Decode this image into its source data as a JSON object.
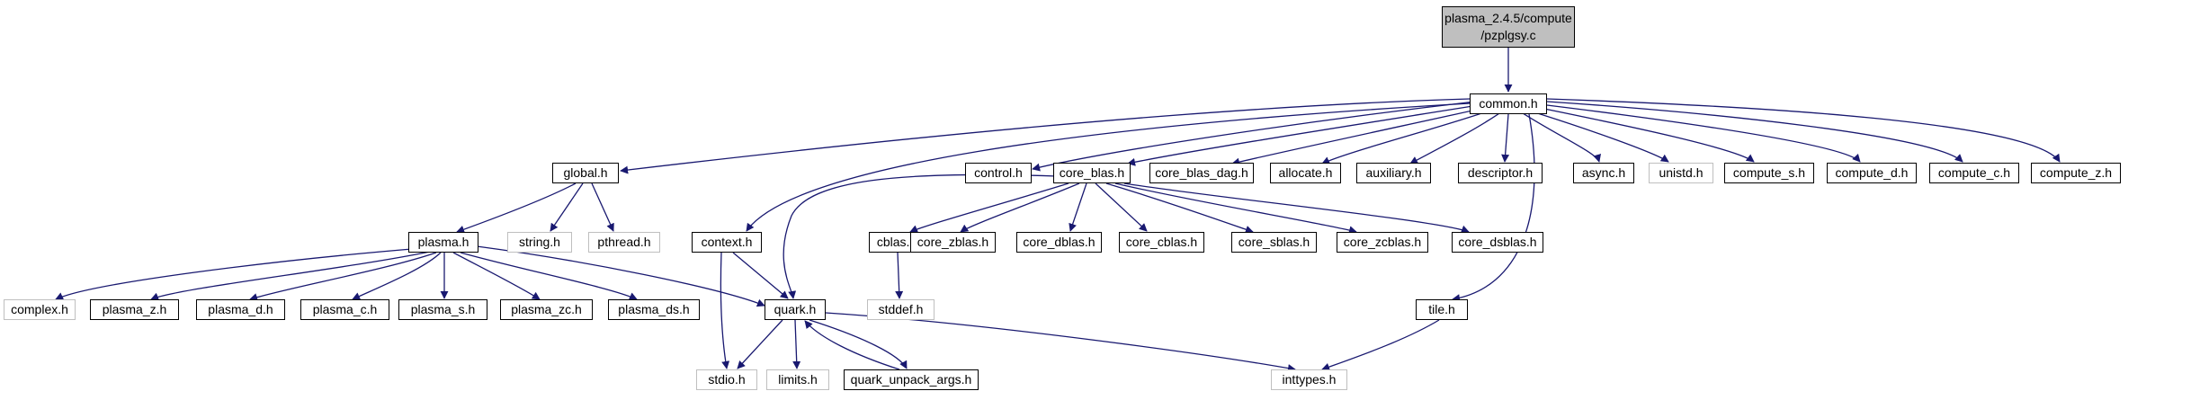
{
  "colors": {
    "edge": "#191970",
    "box_border": "#000000",
    "missing_border": "#bfbfbf",
    "root_fill": "#bfbfbf"
  },
  "nodes": {
    "root": {
      "line1": "plasma_2.4.5/compute",
      "line2": "/pzplgsy.c"
    },
    "common_h": "common.h",
    "global_h": "global.h",
    "control_h": "control.h",
    "core_blas_h": "core_blas.h",
    "core_blas_dag_h": "core_blas_dag.h",
    "allocate_h": "allocate.h",
    "auxiliary_h": "auxiliary.h",
    "descriptor_h": "descriptor.h",
    "async_h": "async.h",
    "unistd_h": "unistd.h",
    "compute_s_h": "compute_s.h",
    "compute_d_h": "compute_d.h",
    "compute_c_h": "compute_c.h",
    "compute_z_h": "compute_z.h",
    "plasma_h": "plasma.h",
    "string_h": "string.h",
    "pthread_h": "pthread.h",
    "context_h": "context.h",
    "cblas_h": "cblas.h",
    "core_zblas_h": "core_zblas.h",
    "core_dblas_h": "core_dblas.h",
    "core_cblas_h": "core_cblas.h",
    "core_sblas_h": "core_sblas.h",
    "core_zcblas_h": "core_zcblas.h",
    "core_dsblas_h": "core_dsblas.h",
    "complex_h": "complex.h",
    "plasma_z_h": "plasma_z.h",
    "plasma_d_h": "plasma_d.h",
    "plasma_c_h": "plasma_c.h",
    "plasma_s_h": "plasma_s.h",
    "plasma_zc_h": "plasma_zc.h",
    "plasma_ds_h": "plasma_ds.h",
    "quark_h": "quark.h",
    "stddef_h": "stddef.h",
    "tile_h": "tile.h",
    "stdio_h": "stdio.h",
    "limits_h": "limits.h",
    "quark_unpack_args_h": "quark_unpack_args.h",
    "inttypes_h": "inttypes.h"
  }
}
